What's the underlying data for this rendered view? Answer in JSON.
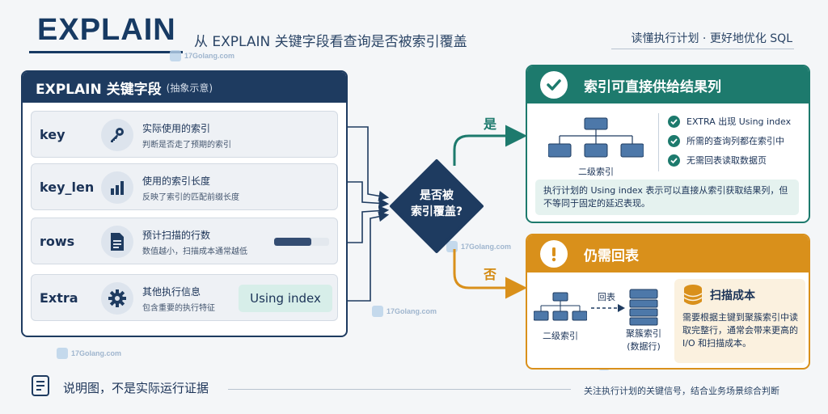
{
  "header": {
    "title": "EXPLAIN",
    "subtitle": "从 EXPLAIN 关键字段看查询是否被索引覆盖",
    "tagline": "读懂执行计划 · 更好地优化 SQL"
  },
  "watermark": "17Golang.com",
  "left_panel": {
    "title": "EXPLAIN 关键字段",
    "subtitle": "(抽象示意)",
    "rows": [
      {
        "key": "key",
        "icon": "key-icon",
        "title": "实际使用的索引",
        "desc": "判断是否走了预期的索引"
      },
      {
        "key": "key_len",
        "icon": "bar-chart-icon",
        "title": "使用的索引长度",
        "desc": "反映了索引的匹配前缀长度"
      },
      {
        "key": "rows",
        "icon": "document-icon",
        "title": "预计扫描的行数",
        "desc": "数值越小，扫描成本通常越低",
        "bar_fraction": 0.68
      },
      {
        "key": "Extra",
        "icon": "gear-icon",
        "title": "其他执行信息",
        "desc": "包含重要的执行特征",
        "chip": "Using index"
      }
    ]
  },
  "decision": {
    "line1": "是否被",
    "line2": "索引覆盖?",
    "yes": "是",
    "no": "否"
  },
  "yes_panel": {
    "title": "索引可直接供给结果列",
    "icon": "check-circle-icon",
    "tree_label": "二级索引",
    "checks": [
      "EXTRA 出现 Using index",
      "所需的查询列都在索引中",
      "无需回表读取数据页"
    ],
    "note": "执行计划的 Using index 表示可以直接从索引获取结果列，但不等同于固定的延迟表现。"
  },
  "no_panel": {
    "title": "仍需回表",
    "icon": "alert-circle-icon",
    "tree_label": "二级索引",
    "arrow_label": "回表",
    "clustered_label_1": "聚簇索引",
    "clustered_label_2": "(数据行)",
    "scan_title": "扫描成本",
    "scan_icon": "database-icon",
    "scan_desc": "需要根据主键到聚簇索引中读取完整行，通常会带来更高的 I/O 和扫描成本。"
  },
  "footer": {
    "left": "说明图，不是实际运行证据",
    "right": "关注执行计划的关键信号，结合业务场景综合判断",
    "icon": "document-list-icon"
  },
  "colors": {
    "navy": "#1e3b60",
    "teal": "#1d7a6d",
    "orange": "#d9901b",
    "node_blue": "#4d78a9"
  }
}
